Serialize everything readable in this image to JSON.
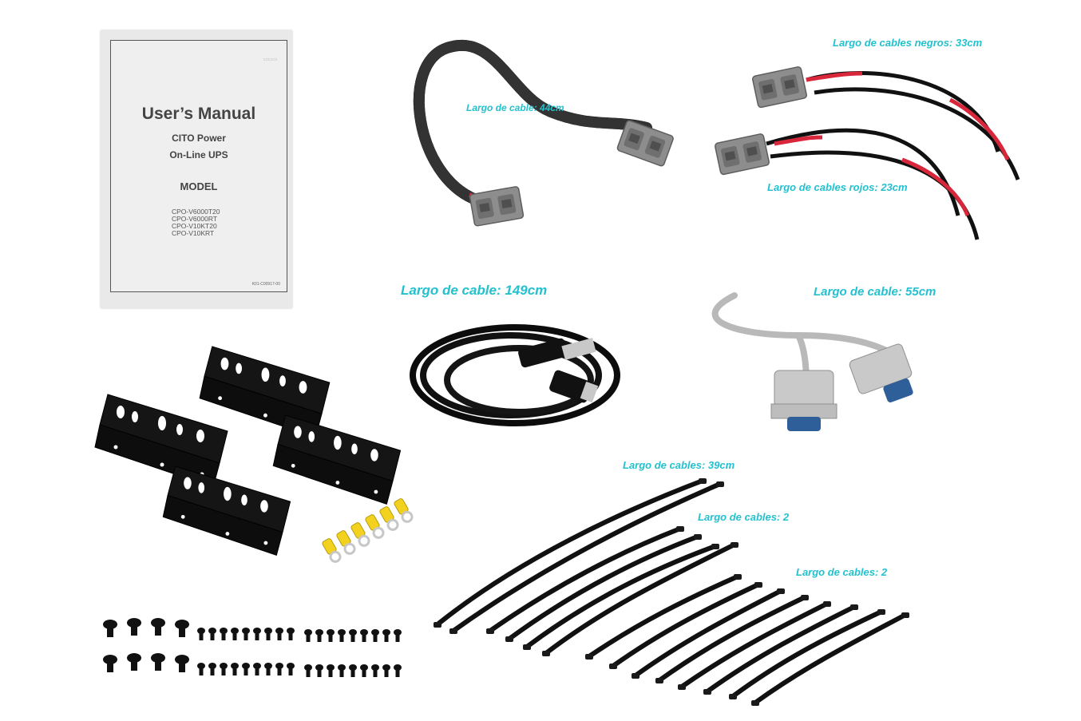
{
  "manual": {
    "title": "User’s Manual",
    "brand": "CITO Power",
    "product": "On-Line UPS",
    "model_heading": "MODEL",
    "models": [
      "CPO-V6000T20",
      "CPO-V6000RT",
      "CPO-V10KT20",
      "CPO-V10KRT"
    ],
    "doc_code": "K01-C00917-00"
  },
  "labels": {
    "cable_44": "Largo de cable: 44cm",
    "black_cables": "Largo de cables negros: 33cm",
    "red_cables": "Largo de cables rojos: 23cm",
    "usb_cable": "Largo de cable: 149cm",
    "serial_cable": "Largo de cable: 55cm",
    "cables_39": "Largo de cables: 39cm",
    "cables_2a": "Largo de cables: 2",
    "cables_2b": "Largo de cables: 2"
  },
  "colors": {
    "label": "#23c1cf",
    "connector": "#8d8d8d",
    "bracket": "#111111",
    "terminal": "#f2d21e",
    "wire_red": "#d8263a",
    "serial_gray": "#b9b9b9",
    "db9_blue": "#2f5f99"
  }
}
